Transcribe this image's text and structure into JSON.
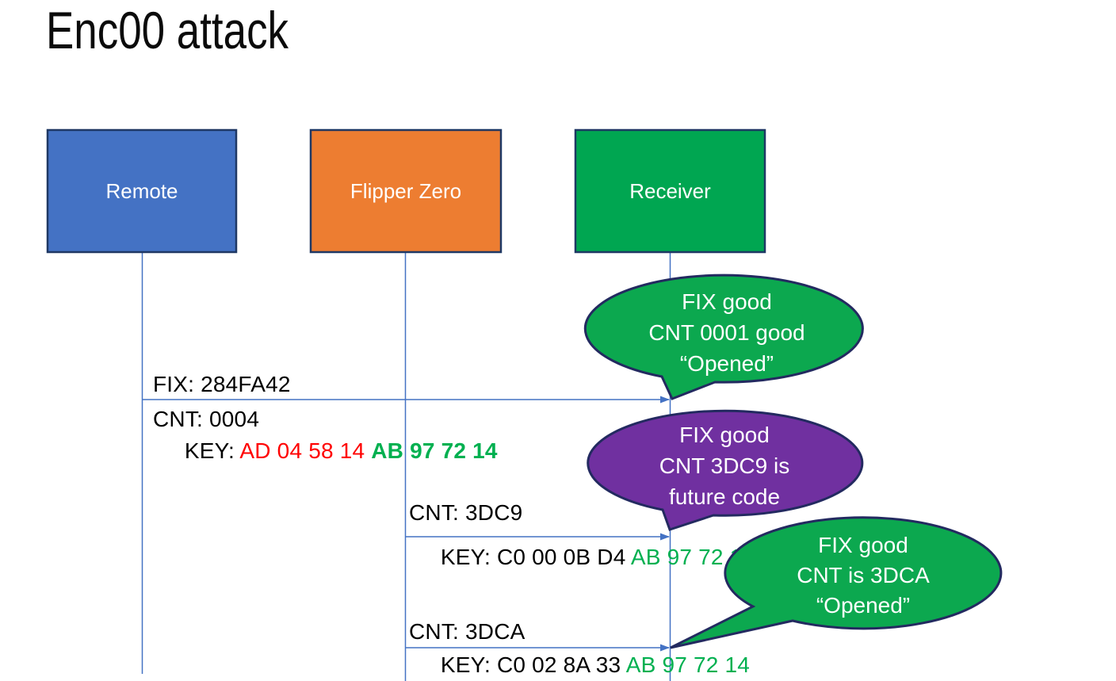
{
  "title": {
    "text": "Enc00 attack"
  },
  "colors": {
    "remote_blue": "#4472C4",
    "flipper_orange": "#ED7D31",
    "receiver_green": "#00A651",
    "bubble_green": "#0CA84F",
    "bubble_purple": "#7030A0",
    "box_border_navy": "#1F3864",
    "bubble_border_navy": "#232A60",
    "connector_blue": "#4472C4",
    "key_red": "#FF0000",
    "key_green": "#00B050",
    "text_black": "#000000",
    "text_white": "#FFFFFF"
  },
  "actors": [
    {
      "label": "Remote",
      "fill": "#4472C4"
    },
    {
      "label": "Flipper Zero",
      "fill": "#ED7D31"
    },
    {
      "label": "Receiver",
      "fill": "#00A651"
    }
  ],
  "messages": [
    {
      "fix": "FIX: 284FA42",
      "cnt": "CNT: 0004",
      "key_label": "KEY: ",
      "key_red": "AD 04 58 14 ",
      "key_green": "AB 97 72 14"
    },
    {
      "cnt": "CNT: 3DC9",
      "key_black": "KEY: C0 00 0B D4 ",
      "key_green": "AB 97 72 14"
    },
    {
      "cnt": "CNT: 3DCA",
      "key_black": "KEY: C0 02 8A 33 ",
      "key_green": "AB 97 72 14"
    }
  ],
  "callouts": [
    {
      "fill": "#0CA84F",
      "lines": [
        "FIX good",
        "CNT 0001 good",
        "“Opened”"
      ]
    },
    {
      "fill": "#7030A0",
      "lines": [
        "FIX good",
        "CNT 3DC9 is",
        "future code"
      ]
    },
    {
      "fill": "#0CA84F",
      "lines": [
        "FIX good",
        "CNT is 3DCA",
        "“Opened”"
      ]
    }
  ]
}
